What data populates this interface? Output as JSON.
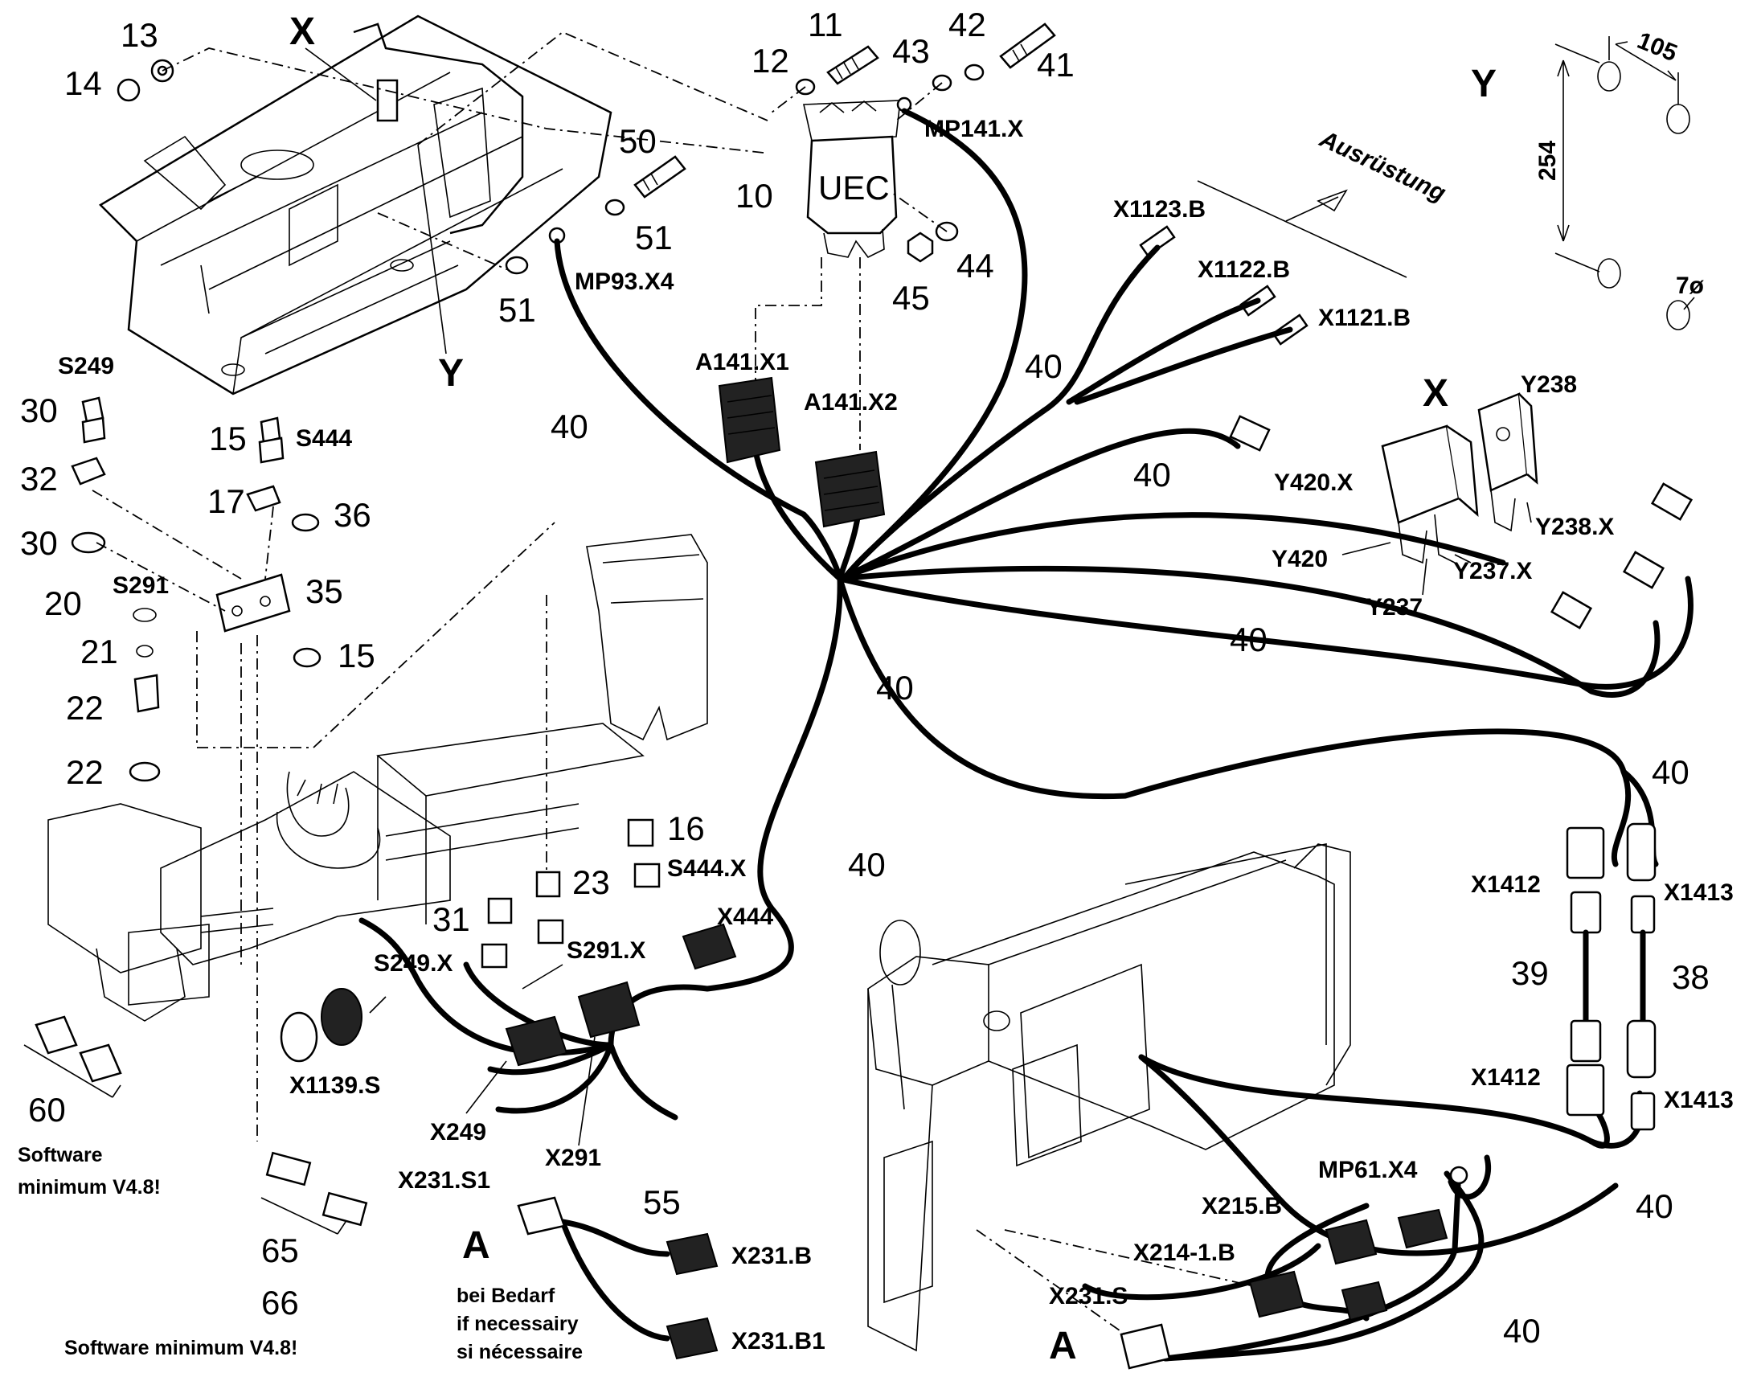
{
  "labels": {
    "l13": "13",
    "l14": "14",
    "X_top": "X",
    "Y_frame": "Y",
    "l11": "11",
    "l12": "12",
    "l43": "43",
    "l42": "42",
    "l41": "41",
    "mp141": "MP141.X",
    "l50": "50",
    "l10": "10",
    "uec": "UEC",
    "l51a": "51",
    "l51b": "51",
    "mp93": "MP93.X4",
    "l44": "44",
    "l45": "45",
    "Y_detail": "Y",
    "dim105": "105",
    "dim254": "254",
    "dim7": "7ø",
    "ausruestung": "Ausrüstung",
    "x1123": "X1123.B",
    "x1122": "X1122.B",
    "x1121": "X1121.B",
    "s249": "S249",
    "l30a": "30",
    "l32": "32",
    "l15a": "15",
    "s444": "S444",
    "l17": "17",
    "l36": "36",
    "l30b": "30",
    "s291": "S291",
    "l20": "20",
    "l35": "35",
    "l21": "21",
    "l15b": "15",
    "l22a": "22",
    "l22b": "22",
    "a141x1": "A141.X1",
    "a141x2": "A141.X2",
    "l40_1": "40",
    "l40_2": "40",
    "l40_3": "40",
    "l40_4": "40",
    "l40_5": "40",
    "l40_6": "40",
    "l40_7": "40",
    "l40_8": "40",
    "l40_9": "40",
    "X_valves": "X",
    "y238": "Y238",
    "y420x": "Y420.X",
    "y238x": "Y238.X",
    "y420": "Y420",
    "y237x": "Y237.X",
    "y237": "Y237",
    "l16": "16",
    "s444x": "S444.X",
    "l23": "23",
    "l31": "31",
    "x444": "X444",
    "s291x": "S291.X",
    "s249x": "S249.X",
    "x1139": "X1139.S",
    "x249": "X249",
    "x291": "X291",
    "x1412a": "X1412",
    "x1413a": "X1413",
    "l39": "39",
    "l38": "38",
    "x1412b": "X1412",
    "x1413b": "X1413",
    "mp61": "MP61.X4",
    "x215": "X215.B",
    "x2141": "X214-1.B",
    "x231s": "X231.S",
    "A_right": "A",
    "A_left": "A",
    "l60": "60",
    "sw1a": "Software",
    "sw1b": "minimum V4.8!",
    "l65": "65",
    "l66": "66",
    "sw2": "Software minimum V4.8!",
    "x231s1": "X231.S1",
    "l55": "55",
    "x231b": "X231.B",
    "x231b1": "X231.B1",
    "bedarf1": "bei Bedarf",
    "bedarf2": "if necessairy",
    "bedarf3": "si nécessaire"
  }
}
